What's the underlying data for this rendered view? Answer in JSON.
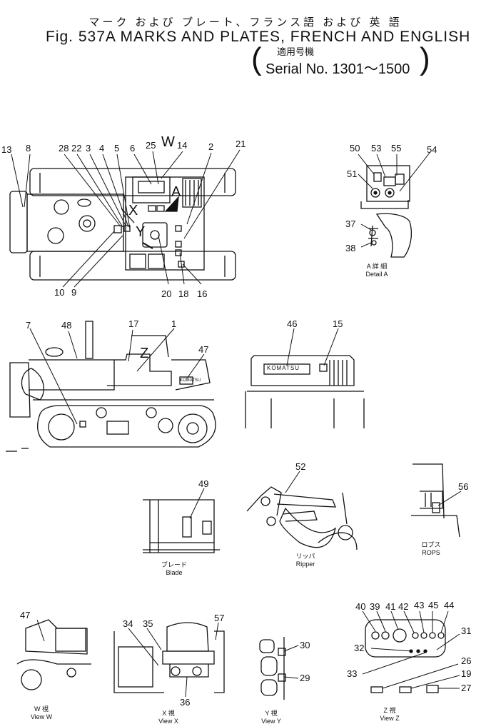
{
  "header": {
    "title_jp": "マーク および プレート、フランス語 および 英 語",
    "title": "Fig. 537A MARKS AND PLATES, FRENCH AND ENGLISH",
    "serial_jp": "適用号機",
    "serial": "Serial No. 1301～1500"
  },
  "view_letters": {
    "w": "W",
    "x": "X",
    "y": "Y",
    "a": "A",
    "z": "Z"
  },
  "logo_text": "KOMATSU",
  "captions": {
    "detail_a_jp": "A 詳 細",
    "detail_a": "Detail A",
    "blade_jp": "ブレード",
    "blade": "Blade",
    "ripper_jp": "リッパ",
    "ripper": "Ripper",
    "rops_jp": "ロプス",
    "rops": "ROPS",
    "view_w_jp": "W 視",
    "view_w": "View W",
    "view_x_jp": "X 視",
    "view_x": "View X",
    "view_y_jp": "Y 視",
    "view_y": "View Y",
    "view_z_jp": "Z 視",
    "view_z": "View Z"
  },
  "callouts": {
    "c13": "13",
    "c8": "8",
    "c28": "28",
    "c22": "22",
    "c3": "3",
    "c4": "4",
    "c5": "5",
    "c6": "6",
    "c25": "25",
    "c14": "14",
    "c2": "2",
    "c21": "21",
    "c10": "10",
    "c9": "9",
    "c20": "20",
    "c18": "18",
    "c16": "16",
    "c50": "50",
    "c53": "53",
    "c55": "55",
    "c54": "54",
    "c51": "51",
    "c37": "37",
    "c38": "38",
    "c7": "7",
    "c48": "48",
    "c17": "17",
    "c1": "1",
    "c47a": "47",
    "c46": "46",
    "c15": "15",
    "c49": "49",
    "c52": "52",
    "c56": "56",
    "c47b": "47",
    "c34": "34",
    "c35": "35",
    "c57": "57",
    "c36": "36",
    "c30": "30",
    "c29": "29",
    "c40": "40",
    "c39": "39",
    "c41": "41",
    "c42": "42",
    "c43": "43",
    "c45": "45",
    "c44": "44",
    "c31": "31",
    "c32": "32",
    "c33": "33",
    "c26": "26",
    "c19": "19",
    "c27": "27"
  }
}
